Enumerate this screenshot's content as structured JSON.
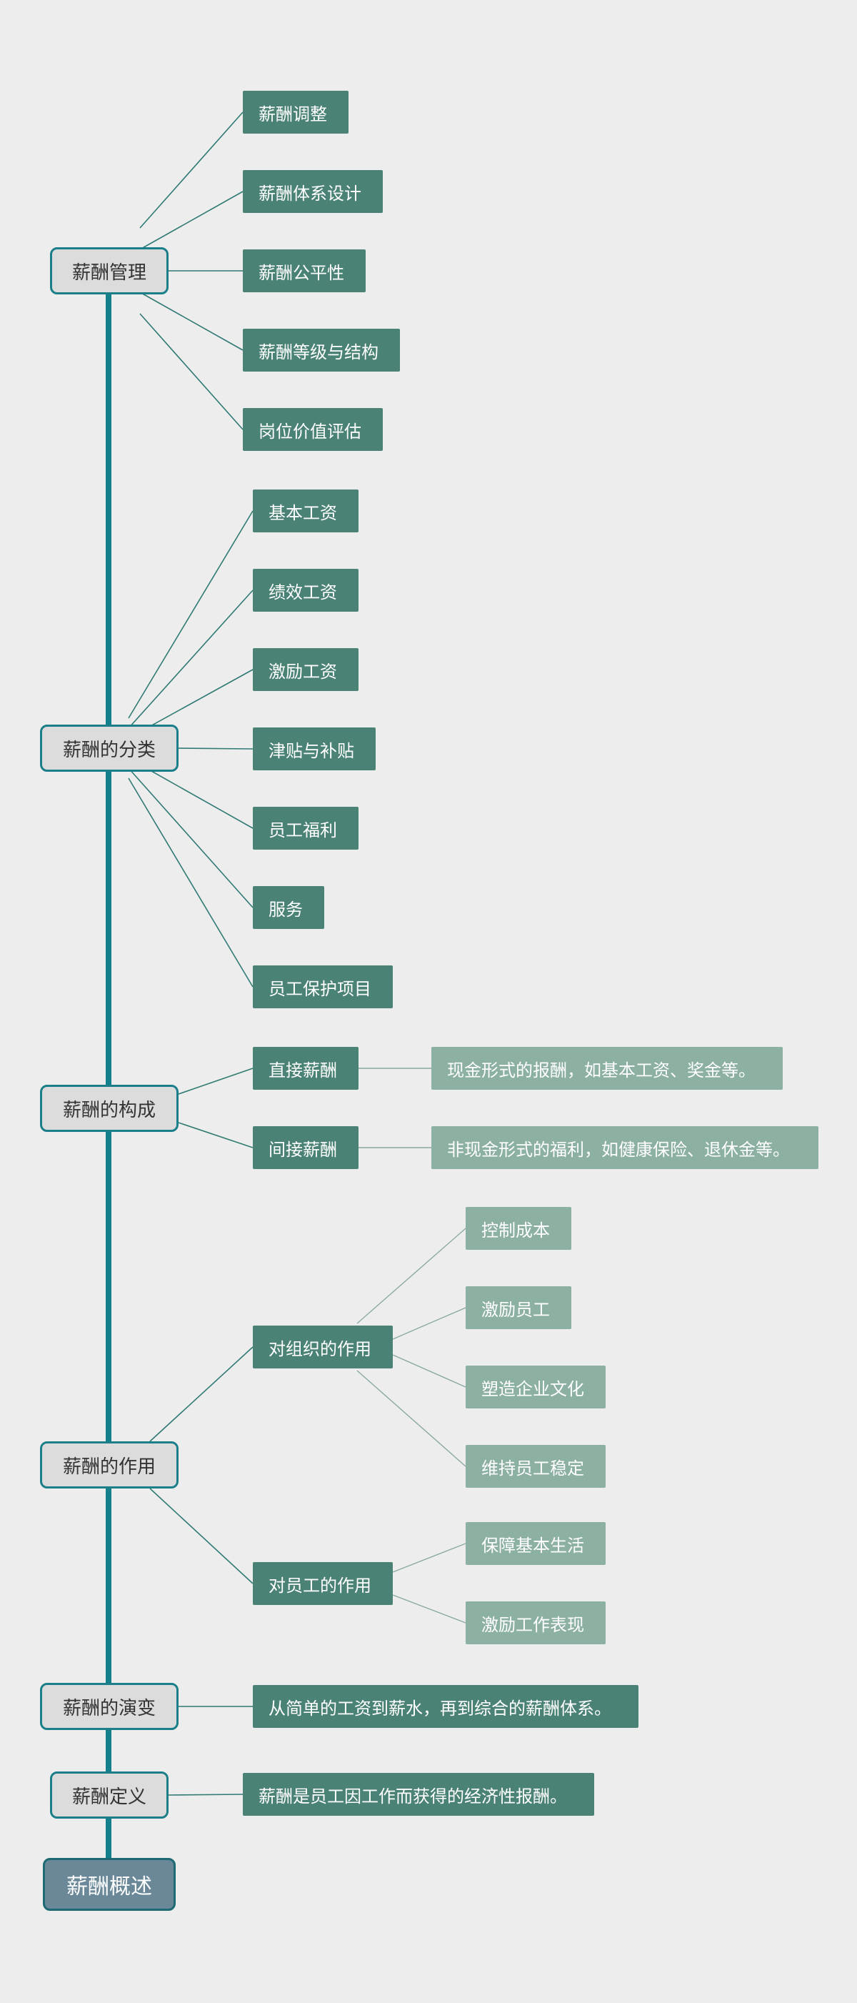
{
  "root": "薪酬概述",
  "categories": {
    "management": {
      "label": "薪酬管理",
      "items": [
        "薪酬调整",
        "薪酬体系设计",
        "薪酬公平性",
        "薪酬等级与结构",
        "岗位价值评估"
      ]
    },
    "classification": {
      "label": "薪酬的分类",
      "items": [
        "基本工资",
        "绩效工资",
        "激励工资",
        "津贴与补贴",
        "员工福利",
        "服务",
        "员工保护项目"
      ]
    },
    "composition": {
      "label": "薪酬的构成",
      "items": [
        {
          "label": "直接薪酬",
          "detail": "现金形式的报酬，如基本工资、奖金等。"
        },
        {
          "label": "间接薪酬",
          "detail": "非现金形式的福利，如健康保险、退休金等。"
        }
      ]
    },
    "role": {
      "label": "薪酬的作用",
      "org": {
        "label": "对组织的作用",
        "items": [
          "控制成本",
          "激励员工",
          "塑造企业文化",
          "维持员工稳定"
        ]
      },
      "emp": {
        "label": "对员工的作用",
        "items": [
          "保障基本生活",
          "激励工作表现"
        ]
      }
    },
    "evolution": {
      "label": "薪酬的演变",
      "detail": "从简单的工资到薪水，再到综合的薪酬体系。"
    },
    "definition": {
      "label": "薪酬定义",
      "detail": "薪酬是员工因工作而获得的经济性报酬。"
    }
  },
  "colors": {
    "trunk": "#13808b",
    "link": "#2f7a73",
    "root_fill": "#6a8898",
    "category_fill": "#dcdcdc",
    "level2_fill": "#4a8276",
    "level3_fill": "#8cb0a2"
  }
}
